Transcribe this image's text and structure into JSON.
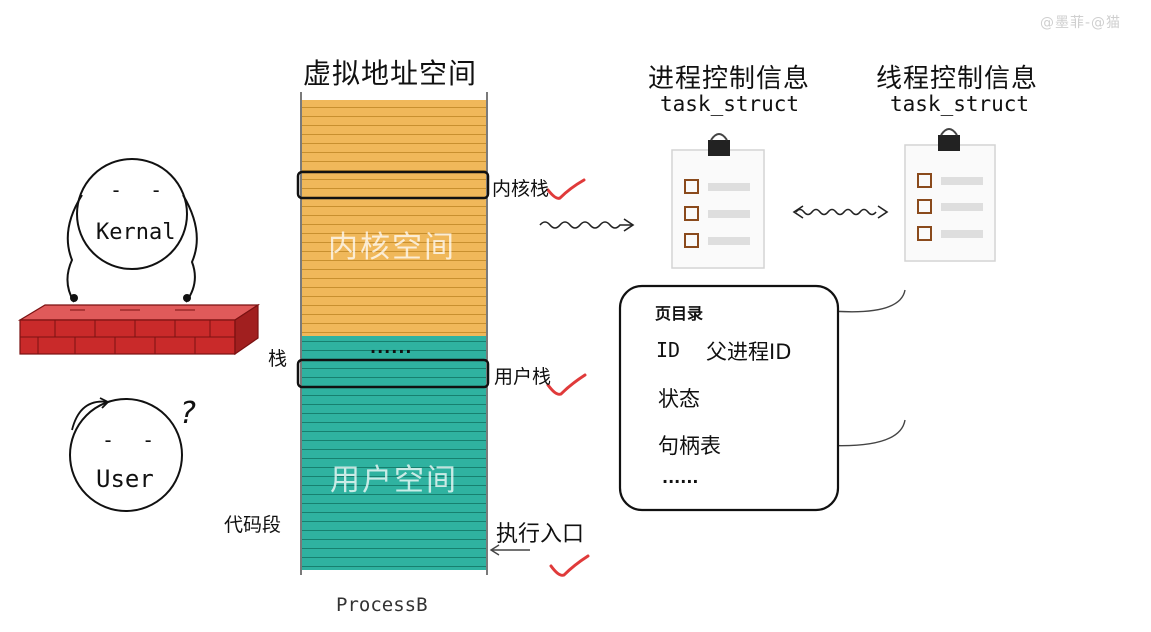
{
  "watermark": "@墨菲-@猫",
  "vas": {
    "title": "虚拟地址空间",
    "kernel_space": "内核空间",
    "user_space": "用户空间",
    "process_name": "ProcessB",
    "ellipsis": "......",
    "labels": {
      "kernel_stack": "内核栈",
      "stack": "栈",
      "user_stack": "用户栈",
      "code_segment": "代码段",
      "entry": "执行入口"
    },
    "colors": {
      "kernel": "#f0b85a",
      "user": "#2fb2a0"
    }
  },
  "process_info": {
    "title": "进程控制信息",
    "struct": "task_struct"
  },
  "thread_info": {
    "title": "线程控制信息",
    "struct": "task_struct"
  },
  "pcb_box": {
    "items": [
      "页目录",
      "ID",
      "父进程ID",
      "状态",
      "句柄表",
      "......"
    ]
  },
  "kernel_char": {
    "label": "Kernal",
    "face": "- -"
  },
  "user_char": {
    "label": "User",
    "face": "- -",
    "question": "?"
  },
  "icons": [
    "clipboard-icon",
    "brick-wall-icon",
    "checkmark-icon",
    "wavy-arrow-icon"
  ]
}
